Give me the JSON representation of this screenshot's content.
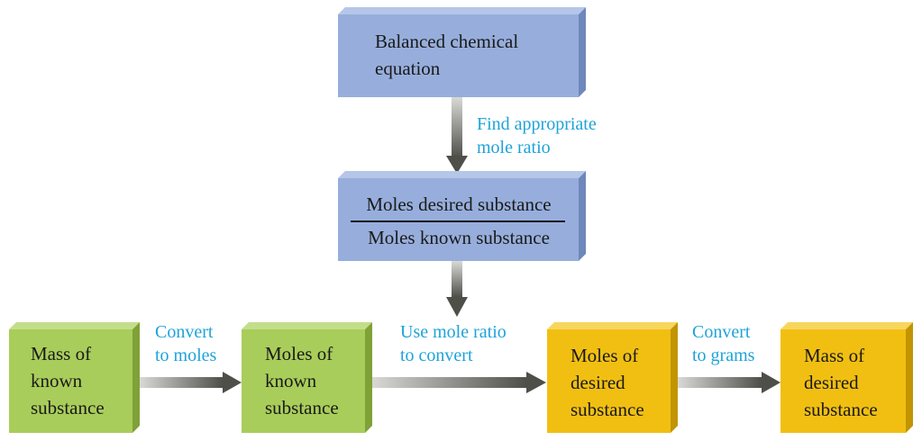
{
  "boxes": {
    "balanced": {
      "line1": "Balanced chemical",
      "line2": "equation"
    },
    "ratio": {
      "numerator": "Moles desired substance",
      "denominator": "Moles known substance"
    },
    "mass_known": {
      "line1": "Mass of",
      "line2": "known",
      "line3": "substance"
    },
    "moles_known": {
      "line1": "Moles of",
      "line2": "known",
      "line3": "substance"
    },
    "moles_desired": {
      "line1": "Moles of",
      "line2": "desired",
      "line3": "substance"
    },
    "mass_desired": {
      "line1": "Mass of",
      "line2": "desired",
      "line3": "substance"
    }
  },
  "labels": {
    "find_ratio": {
      "line1": "Find appropriate",
      "line2": "mole ratio"
    },
    "convert_moles": {
      "line1": "Convert",
      "line2": "to moles"
    },
    "use_ratio": {
      "line1": "Use mole ratio",
      "line2": "to convert"
    },
    "convert_grams": {
      "line1": "Convert",
      "line2": "to grams"
    }
  },
  "colors": {
    "blue_box": "#97aedc",
    "green_box": "#a9cd5a",
    "gold_box": "#f1bf12",
    "label_text": "#1ea3d9",
    "arrow": "#5a5a55"
  }
}
